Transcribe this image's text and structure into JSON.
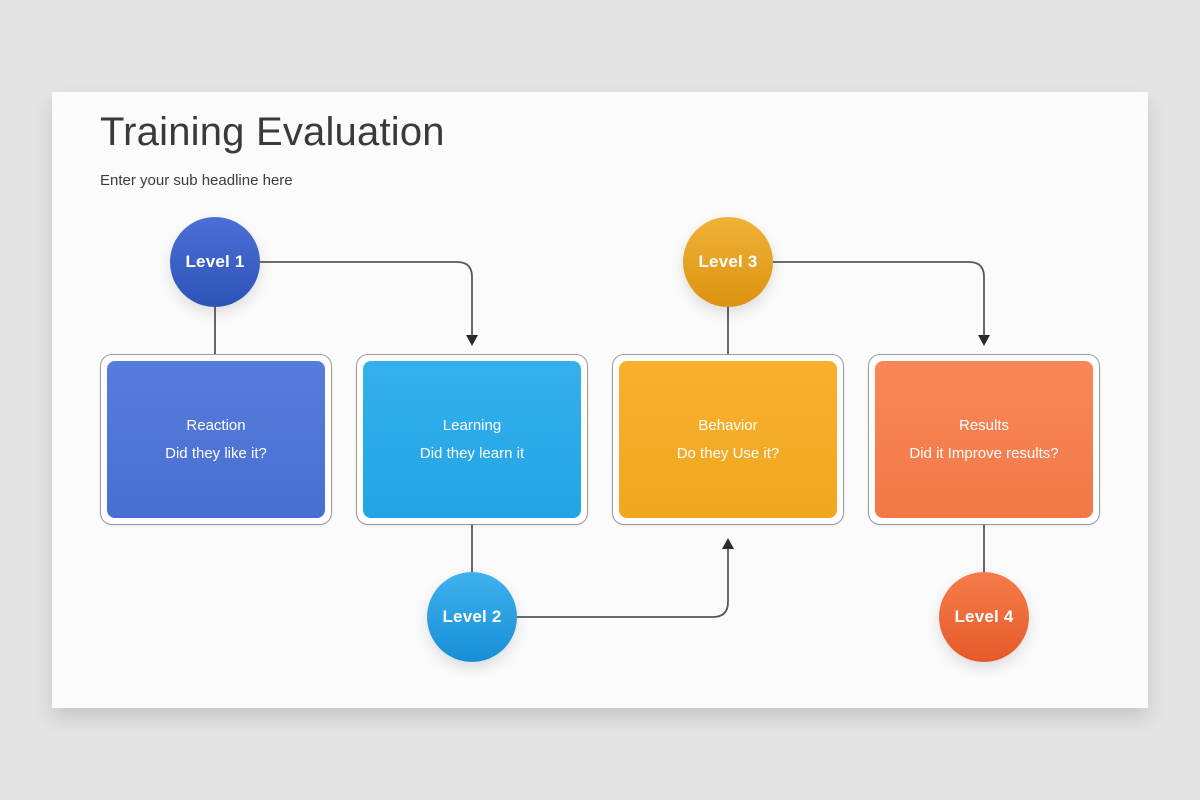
{
  "header": {
    "title": "Training Evaluation",
    "subtitle": "Enter your sub headline here"
  },
  "canvas": {
    "background_color": "#e4e4e5",
    "card_color": "#fbfbfb",
    "connector_color": "#56575a"
  },
  "diagram": {
    "levels": [
      {
        "label": "Level 1",
        "color_top": "#4b6fd6",
        "color_bottom": "#2d53b7"
      },
      {
        "label": "Level 2",
        "color_top": "#3fb2ee",
        "color_bottom": "#168ed6"
      },
      {
        "label": "Level 3",
        "color_top": "#f0b238",
        "color_bottom": "#dc9310"
      },
      {
        "label": "Level 4",
        "color_top": "#f57c49",
        "color_bottom": "#e55a2b"
      }
    ],
    "stages": [
      {
        "title": "Reaction",
        "question": "Did they like it?",
        "color": "#4a72da"
      },
      {
        "title": "Learning",
        "question": "Did they learn it",
        "color": "#24aaec"
      },
      {
        "title": "Behavior",
        "question": "Do they Use it?",
        "color": "#f8ab1e"
      },
      {
        "title": "Results",
        "question": "Did it Improve results?",
        "color": "#f97d4a"
      }
    ]
  }
}
